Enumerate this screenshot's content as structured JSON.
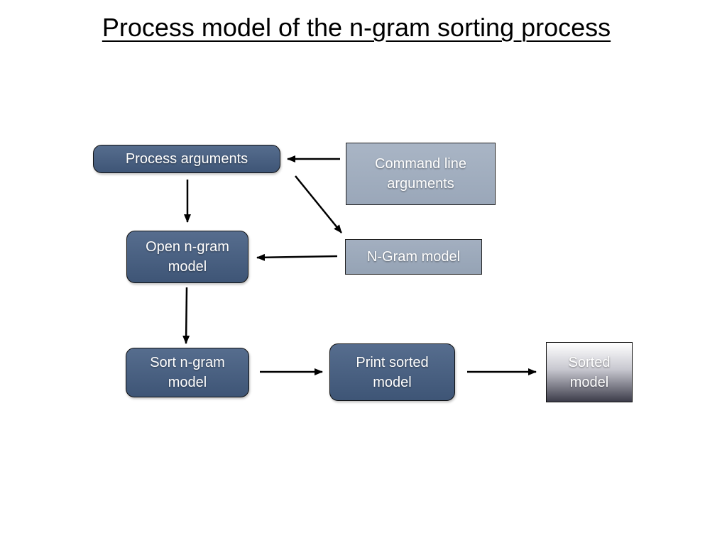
{
  "title": "Process model of the n-gram sorting process",
  "nodes": {
    "process_arguments": "Process arguments",
    "command_line_arguments": "Command line arguments",
    "open_ngram_model": "Open n-gram model",
    "ngram_model": "N-Gram model",
    "sort_ngram_model": "Sort n-gram model",
    "print_sorted_model": "Print sorted model",
    "sorted_model": "Sorted model"
  },
  "colors": {
    "process_fill": "#4b6283",
    "data_fill": "#a3afc0",
    "arrow": "#000000"
  },
  "edges": [
    {
      "from": "command_line_arguments",
      "to": "process_arguments"
    },
    {
      "from": "process_arguments",
      "to": "ngram_model"
    },
    {
      "from": "process_arguments",
      "to": "open_ngram_model"
    },
    {
      "from": "ngram_model",
      "to": "open_ngram_model"
    },
    {
      "from": "open_ngram_model",
      "to": "sort_ngram_model"
    },
    {
      "from": "sort_ngram_model",
      "to": "print_sorted_model"
    },
    {
      "from": "print_sorted_model",
      "to": "sorted_model"
    }
  ]
}
